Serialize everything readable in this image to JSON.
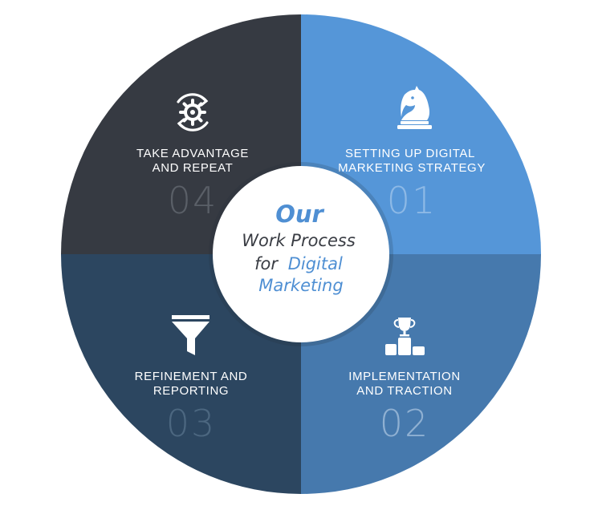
{
  "center": {
    "line1": "Our",
    "line2": "Work Process",
    "line3_a": "for",
    "line3_b": "Digital",
    "line4": "Marketing"
  },
  "steps": [
    {
      "number": "01",
      "label_line1": "SETTING UP DIGITAL",
      "label_line2": "MARKETING STRATEGY",
      "icon": "chess-knight-icon",
      "color": "#5596d8"
    },
    {
      "number": "02",
      "label_line1": "IMPLEMENTATION",
      "label_line2": "AND TRACTION",
      "icon": "trophy-podium-icon",
      "color": "#4679ad"
    },
    {
      "number": "03",
      "label_line1": "REFINEMENT AND",
      "label_line2": "REPORTING",
      "icon": "funnel-icon",
      "color": "#2c4660"
    },
    {
      "number": "04",
      "label_line1": "TAKE ADVANTAGE",
      "label_line2": "AND REPEAT",
      "icon": "gear-cycle-icon",
      "color": "#363a42"
    }
  ],
  "colors": {
    "center_dark": "#3a3d44",
    "center_accent": "#4f8fd3",
    "number_on_blue": "#8db9e6",
    "number_on_dark": "#5a5f67",
    "number_on_navy": "#4c6780"
  }
}
